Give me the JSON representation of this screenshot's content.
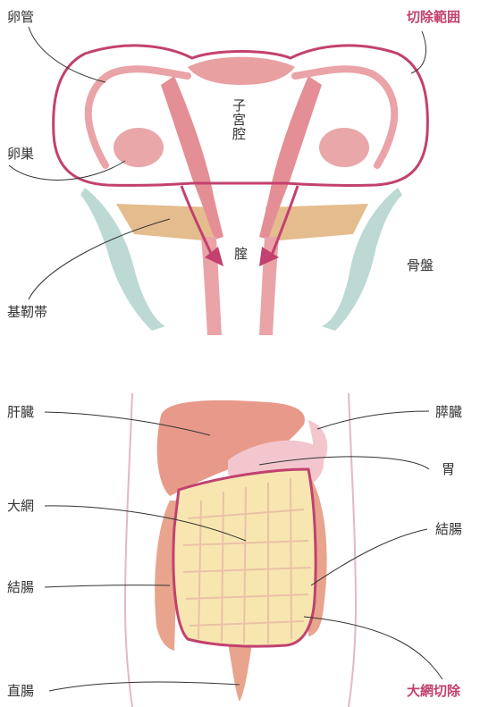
{
  "top": {
    "labels": {
      "oviduct": "卵管",
      "ovary": "卵巣",
      "cardinal_ligament": "基靭帯",
      "uterine_cavity": "子宮腔",
      "vagina": "腟",
      "pelvis": "骨盤",
      "resection_range": "切除範囲"
    }
  },
  "bottom": {
    "labels": {
      "liver": "肝臓",
      "omentum": "大網",
      "colon_left": "結腸",
      "rectum": "直腸",
      "pancreas": "膵臓",
      "stomach": "胃",
      "colon_right": "結腸",
      "omentectomy": "大網切除"
    }
  },
  "colors": {
    "highlight": "#c2416f",
    "tissue": "#e8a0a0",
    "bone": "#bcd9d4",
    "ligament": "#e0b07a",
    "omentum": "#f7e6b0"
  }
}
